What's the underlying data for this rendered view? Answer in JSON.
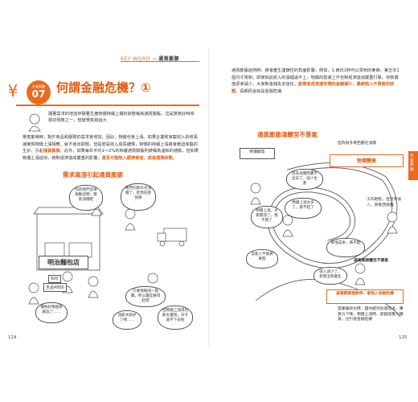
{
  "left_page": {
    "keyword_prefix": "KEY WORD",
    "keyword_arrow": "→",
    "keyword": "通貨膨脹",
    "badge_label": "社會問題",
    "badge_number": "07",
    "title": "何謂金融危機？①",
    "intro": "隨著需求的增加伴隨著生產物價持續上揚的狀態稱為通貨膨脹。這是景氣好時常發的現象之一，但當景氣跨過大",
    "body_pre": "景氣繁榮時，對於商品和服務的需求會增加，因此，物價也會上漲。如果企業和家庭收入的增長速度與物價上漲相應，就不會出問題，但是若是收入成長緩慢，物價的持續上漲將會壓迫家庭的生計，引起",
    "body_hl1": "通貨膨脹",
    "body_mid": "。此外，如果每年平均1～2%的和緩通貨膨脹則被稱為溫和的通膨，但如果物價上漲過快，將對經濟造成嚴重的影響，",
    "body_hl2": "甚至可能陷入經濟衰退，成為理想狀態",
    "body_post": "。",
    "section_title": "需求高漲引起通貨膨脹",
    "bubbles": [
      "因為我們店很受歡迎啊，那就漲價吧",
      "我們的薪水也漲價了，趁現在趕快買",
      "價格好像越來越高了……",
      "只要稍微漲一點價，所以還是買得起吧",
      "漲薪水就好了啊……",
      "但物價上漲得比薪水還快，日子過不下去啦"
    ],
    "shop_sign": "明治麵包店",
    "price_old": "600",
    "price_new": "全品¥800",
    "page_number": "124"
  },
  "right_page": {
    "body_pre": "通貨膨脹過熱時，將會產生連鎖性的負面影響。例如，1.西日1時可以買到的東西，第五年1個月才買到，即使如此收入的漲幅追不上，物價的急遽上升也對經濟造成嚴重打擊。存款價值逐漸減少，大家對金錢失去信任，",
    "body_hl": "結果造成流通市場的金錢減少，最終陷入不景氣的狀態",
    "body_post": "。長期而言就是金融危機",
    "section_title": "通貨膨脹演變至不景氣",
    "side_tab": "社會問題",
    "corner_label": "物價變高",
    "boxes": [
      "因為漲價而賣不出去了，減少生產",
      "物價上漲太多了，買不起了",
      "物價上漲，大家都漲了，我不買了",
      "沒收入不能買東西",
      "降低成本，買不起",
      "收入減少了，新資沒有變化"
    ],
    "label_top_right": "因為很多東西都在漲價",
    "label_mid": "工作輕鬆，但沒有收入，買東西很難",
    "label_side": "通貨膨脹變至不景氣",
    "callout_title": "通貨膨脹過熱時，會陷入金融危機",
    "callout_text": "當業績惡化時，國內經濟加速衰退，購買力下降，物價上漲時，卻越發無力購買，也引發金融危機",
    "page_number": "125"
  },
  "colors": {
    "accent": "#ec6a1e",
    "text": "#333333"
  }
}
